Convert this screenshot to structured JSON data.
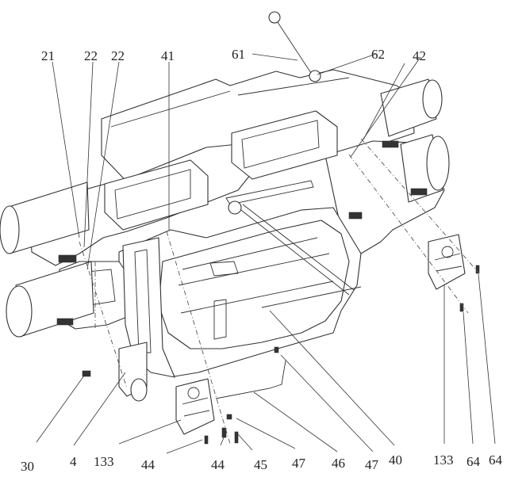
{
  "callouts": [
    {
      "text": "21"
    },
    {
      "text": "22"
    },
    {
      "text": "22"
    },
    {
      "text": "41"
    },
    {
      "text": "61"
    },
    {
      "text": "62"
    },
    {
      "text": "42"
    },
    {
      "text": "30"
    },
    {
      "text": "4"
    },
    {
      "text": "133"
    },
    {
      "text": "44"
    },
    {
      "text": "44"
    },
    {
      "text": "45"
    },
    {
      "text": "47"
    },
    {
      "text": "46"
    },
    {
      "text": "47"
    },
    {
      "text": "40"
    },
    {
      "text": "133"
    },
    {
      "text": "64"
    },
    {
      "text": "64"
    }
  ]
}
